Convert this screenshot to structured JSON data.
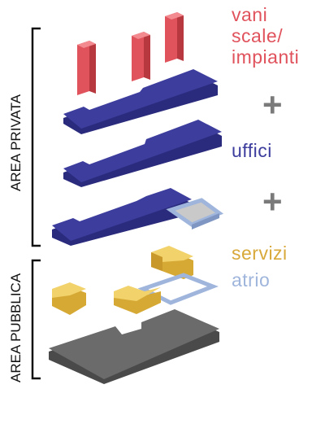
{
  "colors": {
    "stairs": "#e0525c",
    "offices": "#3d3d9e",
    "services": "#e8c24e",
    "atrium": "#9fb5dc",
    "ground": "#6b6b6b",
    "plus": "#7a7a7a",
    "bracket": "#111111"
  },
  "legend": {
    "stairs_line1": "vani",
    "stairs_line2": "scale/",
    "stairs_line3": "impianti",
    "offices": "uffici",
    "services": "servizi",
    "atrium": "atrio",
    "plus_1": "+",
    "plus_2": "+"
  },
  "areas": {
    "private": "AREA PRIVATA",
    "public": "AREA PUBBLICA"
  }
}
